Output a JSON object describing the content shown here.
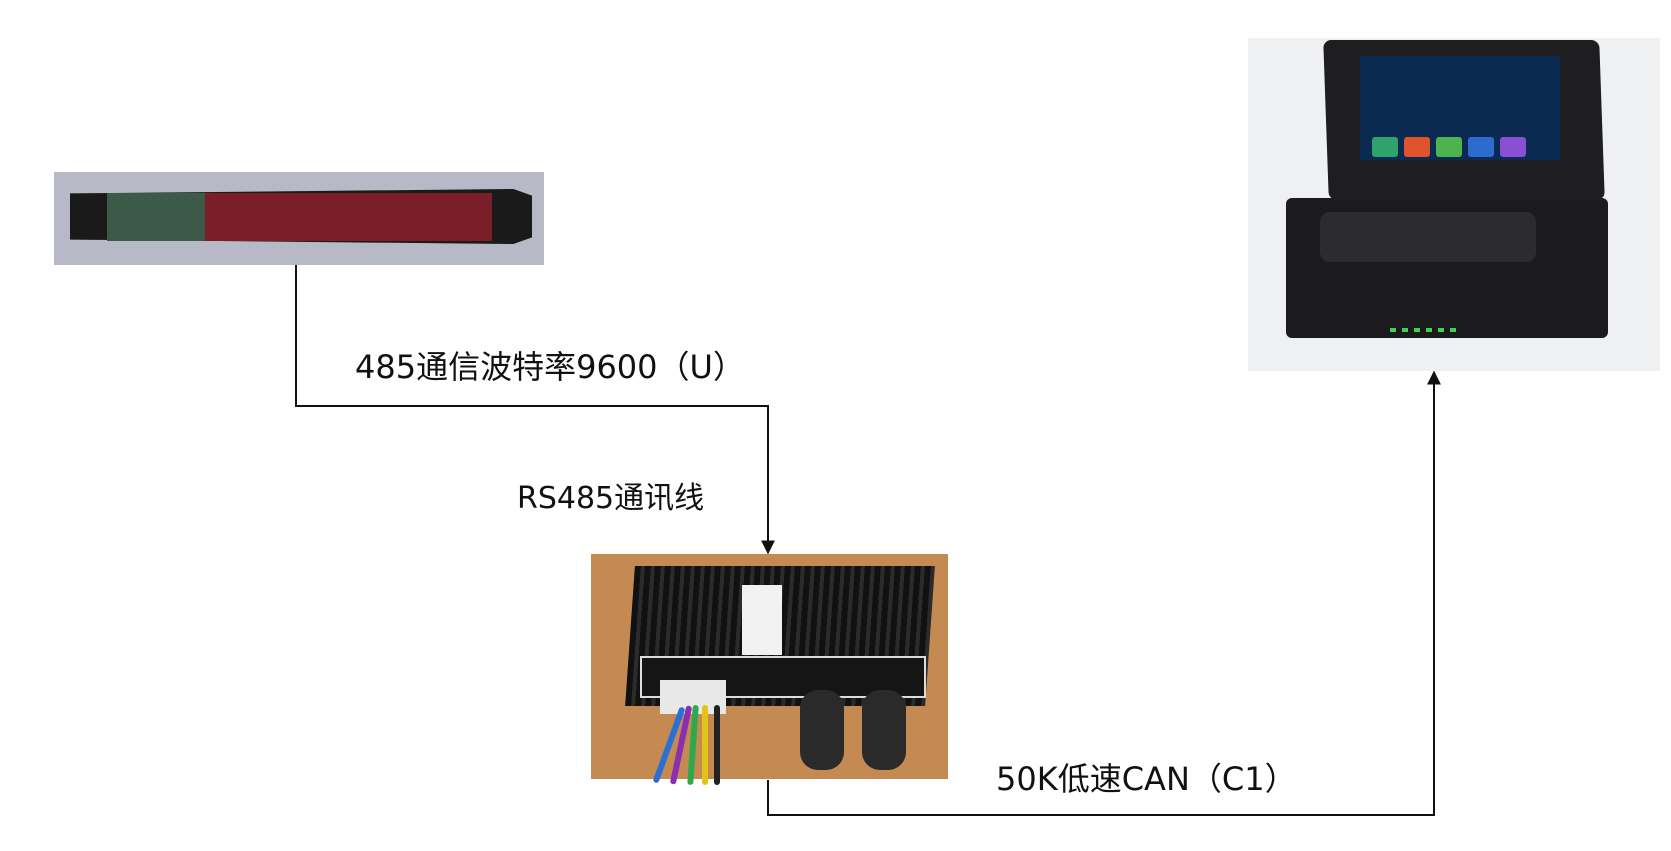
{
  "labels": {
    "rs485_baud": "485通信波特率9600（U）",
    "rs485_cable": "RS485通讯线",
    "can_bus": "50K低速CAN（C1）"
  },
  "colors": {
    "line": "#111111",
    "led_green": "#3d5a48",
    "led_red": "#7a1f2a"
  }
}
